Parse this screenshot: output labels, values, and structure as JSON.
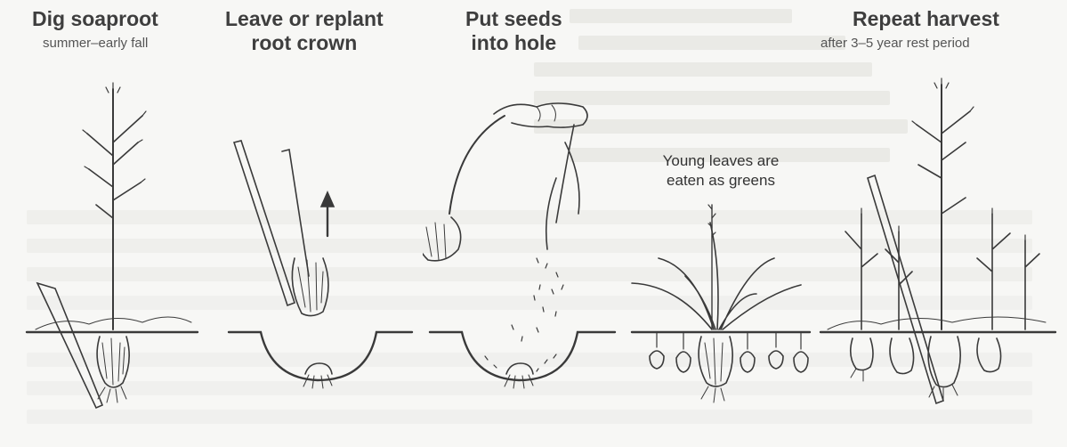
{
  "steps": [
    {
      "title_lines": [
        "Dig soaproot"
      ],
      "subtitle": "summer–early fall"
    },
    {
      "title_lines": [
        "Leave or replant",
        "root crown"
      ],
      "subtitle": ""
    },
    {
      "title_lines": [
        "Put seeds",
        "into hole"
      ],
      "subtitle": ""
    },
    {
      "title_lines": [],
      "subtitle": "",
      "annotation_lines": [
        "Young leaves are",
        "eaten as greens"
      ]
    },
    {
      "title_lines": [
        "Repeat harvest"
      ],
      "subtitle": "after 3–5 year rest period"
    }
  ],
  "icons": {
    "arrow": "up-arrow-icon"
  },
  "colors": {
    "ink": "#3a3a3a",
    "background": "#f7f7f5",
    "bleed": "#d9d9d4"
  }
}
